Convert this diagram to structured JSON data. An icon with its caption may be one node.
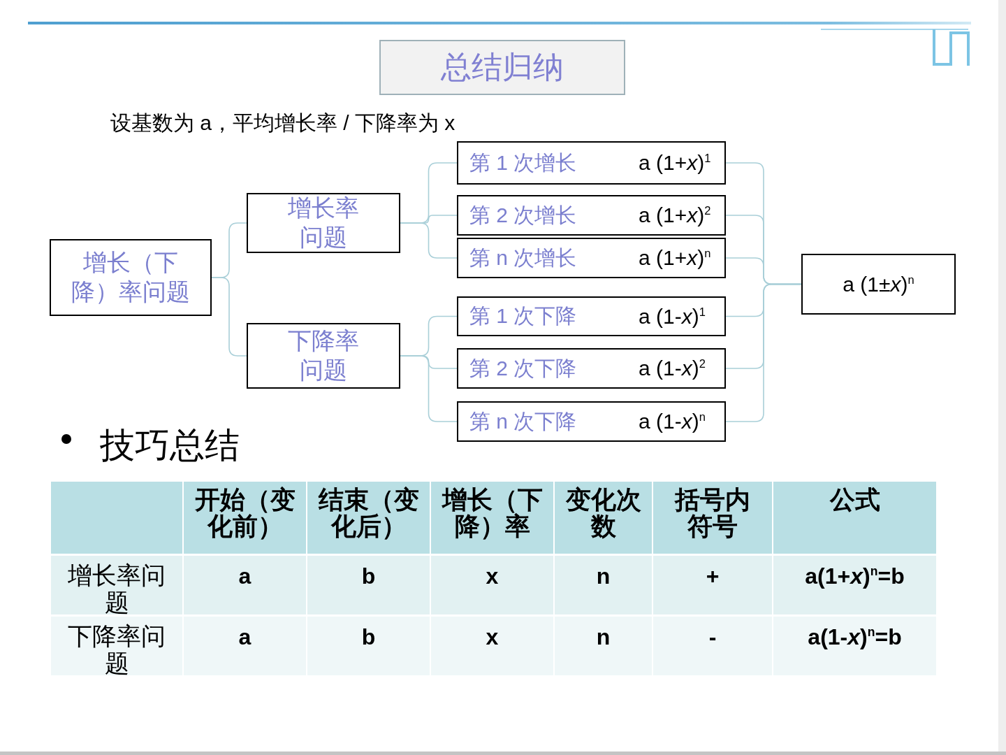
{
  "diagram": {
    "title": "总结归纳",
    "nodes": [
      {
        "text": [
          "增长（下降）率问题"
        ]
      },
      {
        "text": [
          "增长率问题"
        ]
      },
      {
        "text": [
          "下降率问题"
        ]
      },
      {
        "text": [
          "第 1 次增长",
          "a (1+*x*)$^{1}$"
        ]
      },
      {
        "text": [
          "第 2 次增长",
          "a (1+*x*)$^{2}$"
        ]
      },
      {
        "text": [
          "第 n 次增长",
          "a (1+*x*)$^{n}$"
        ]
      },
      {
        "text": [
          "第 1 次下降",
          "a (1-*x*)$^{1}$"
        ]
      },
      {
        "text": [
          "第 2 次下降",
          "a (1-*x*)$^{2}$"
        ]
      },
      {
        "text": [
          "第 n 次下降",
          "a (1-*x*)$^{n}$"
        ]
      },
      {
        "text": [
          "a (1±*x*)$^{n}$"
        ]
      }
    ],
    "edges": [
      {
        "from": 0,
        "to": 1,
        "arrow": "none"
      },
      {
        "from": 0,
        "to": 2,
        "arrow": "none"
      },
      {
        "from": 1,
        "to": 3,
        "arrow": "none"
      },
      {
        "from": 1,
        "to": 4,
        "arrow": "none"
      },
      {
        "from": 1,
        "to": 5,
        "arrow": "none"
      },
      {
        "from": 2,
        "to": 6,
        "arrow": "none"
      },
      {
        "from": 2,
        "to": 7,
        "arrow": "none"
      },
      {
        "from": 2,
        "to": 8,
        "arrow": "none"
      },
      {
        "from": 3,
        "to": 9,
        "arrow": "none"
      },
      {
        "from": 4,
        "to": 9,
        "arrow": "none"
      },
      {
        "from": 5,
        "to": 9,
        "arrow": "none"
      },
      {
        "from": 6,
        "to": 9,
        "arrow": "none"
      },
      {
        "from": 7,
        "to": 9,
        "arrow": "none"
      },
      {
        "from": 8,
        "to": 9,
        "arrow": "none"
      }
    ],
    "labels": [
      "设基数为 a，平均增长率 / 下降率为 x",
      "技巧总结",
      "开始（变化前）",
      "结束（变化后）",
      "增长（下降）率",
      "变化次数",
      "括号内符号",
      "公式",
      "增长率问题",
      "a",
      "b",
      "x",
      "n",
      "+",
      "a(1+*x*)$^{n}$=b",
      "下降率问题",
      "a",
      "b",
      "x",
      "n",
      "-",
      "a(1-*x*)$^{n}$=b"
    ]
  }
}
